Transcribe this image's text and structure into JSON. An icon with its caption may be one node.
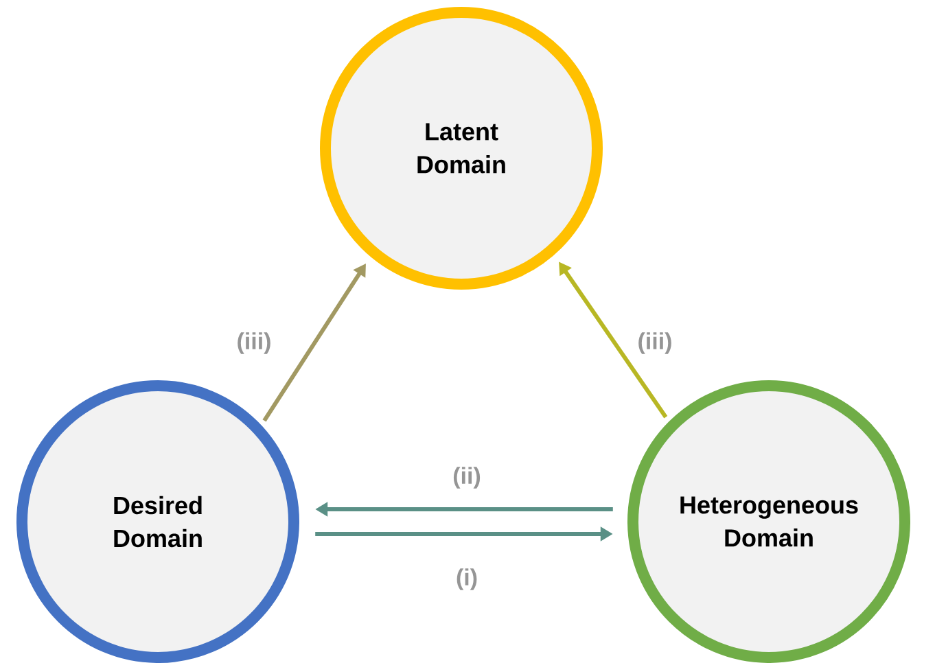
{
  "diagram": {
    "nodes": [
      {
        "text": [
          "Latent Domain"
        ]
      },
      {
        "text": [
          "Desired Domain"
        ]
      },
      {
        "text": [
          "Heterogeneous Domain"
        ]
      }
    ],
    "edges": [
      {
        "from": 1,
        "to": 0,
        "arrow": "to",
        "label": "(iii)",
        "color": "#a29962"
      },
      {
        "from": 2,
        "to": 0,
        "arrow": "to",
        "label": "(iii)",
        "color": "#b8b724"
      },
      {
        "from": 2,
        "to": 1,
        "arrow": "to",
        "label": "(ii)",
        "color": "#5a9086"
      },
      {
        "from": 1,
        "to": 2,
        "arrow": "to",
        "label": "(i)",
        "color": "#5a9086"
      }
    ]
  }
}
